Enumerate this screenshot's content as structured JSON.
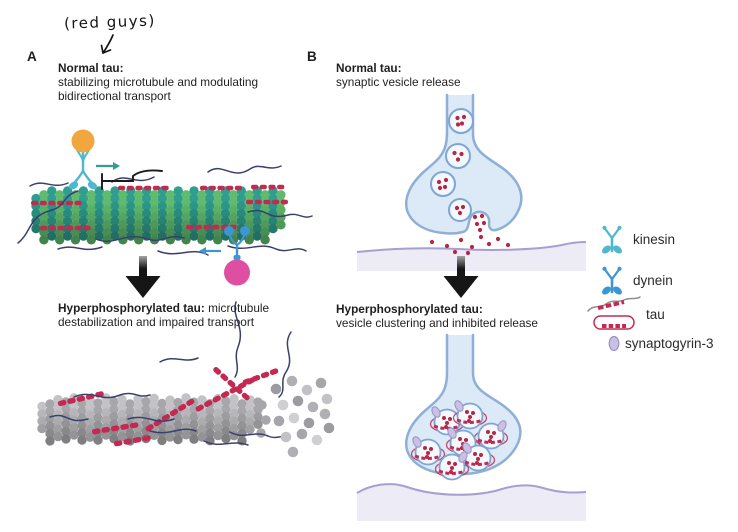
{
  "annotation": {
    "text": "(red guys)"
  },
  "panel_a": {
    "label": "A",
    "top": {
      "heading": "Normal tau:",
      "line1": "stabilizing microtubule and modulating",
      "line2": "bidirectional transport"
    },
    "bottom": {
      "heading": "Hyperphosphorylated tau:",
      "rest": " microtubule destabilization and impaired transport"
    }
  },
  "panel_b": {
    "label": "B",
    "top": {
      "heading": "Normal tau:",
      "desc": "synaptic vesicle release"
    },
    "bottom": {
      "heading": "Hyperphosphorylated tau:",
      "desc": "vesicle clustering and inhibited release"
    }
  },
  "legend": {
    "items": [
      {
        "icon": "kinesin-icon",
        "label": "kinesin"
      },
      {
        "icon": "dynein-icon",
        "label": "dynein"
      },
      {
        "icon": "tau-icon",
        "label": "tau"
      },
      {
        "icon": "synaptogyrin3-icon",
        "label": "synaptogyrin-3"
      }
    ]
  },
  "colors": {
    "microtubule_teal": "#2f9e8e",
    "microtubule_green": "#5fbb6d",
    "microtubule_gray_light": "#c3c3c7",
    "microtubule_gray_dark": "#a7a7ab",
    "tau_red": "#c22a52",
    "tau_projection_navy": "#3a3f6e",
    "kinesin_cyan": "#4fb8cc",
    "dynein_blue": "#3d96d4",
    "cargo_orange": "#f0a73e",
    "cargo_pink": "#df4fa1",
    "bouton_fill": "#dce9f6",
    "bouton_stroke": "#8fafd6",
    "vesicle_fill": "#f3f8fd",
    "vesicle_stroke": "#7fa6d2",
    "neurotransmitter_red": "#b42844",
    "postsynaptic_fill": "#edebf5",
    "postsynaptic_stroke": "#a79fd0",
    "synaptogyrin_fill": "#c9c1e2",
    "synaptogyrin_stroke": "#9a90c8",
    "arrow_black": "#1a1a1a",
    "legend_squiggle_gray": "#8d8d92"
  }
}
